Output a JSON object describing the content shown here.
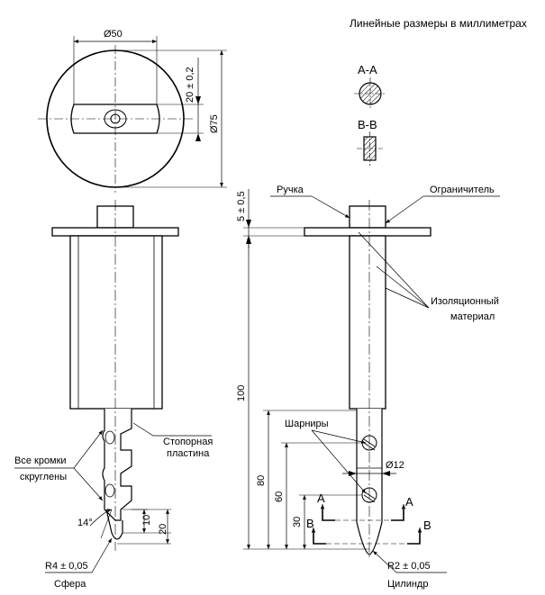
{
  "header": {
    "units_note": "Линейные размеры в миллиметрах"
  },
  "top_view": {
    "diameter_50": "Ø50",
    "width_20": "20 ± 0,2",
    "diameter_75": "Ø75"
  },
  "sections": {
    "aa": "А-А",
    "bb": "В-В"
  },
  "right_view": {
    "handle": "Ручка",
    "limiter": "Ограничитель",
    "insulation_line1": "Изоляционный",
    "insulation_line2": "материал",
    "hinges": "Шарниры",
    "diameter_12": "Ø12",
    "dim_5": "5 ± 0,5",
    "dim_100": "100",
    "dim_80": "80",
    "dim_60": "60",
    "dim_30": "30",
    "section_a": "А",
    "section_b": "В",
    "radius_2": "R2 ± 0,05",
    "cylinder": "Цилиндр"
  },
  "left_view": {
    "stop_plate_line1": "Стопорная",
    "stop_plate_line2": "пластина",
    "edges_line1": "Все кромки",
    "edges_line2": "скруглены",
    "angle_14": "14°",
    "dim_10": "10",
    "dim_20": "20",
    "radius_4": "R4 ± 0,05",
    "sphere": "Сфера"
  }
}
